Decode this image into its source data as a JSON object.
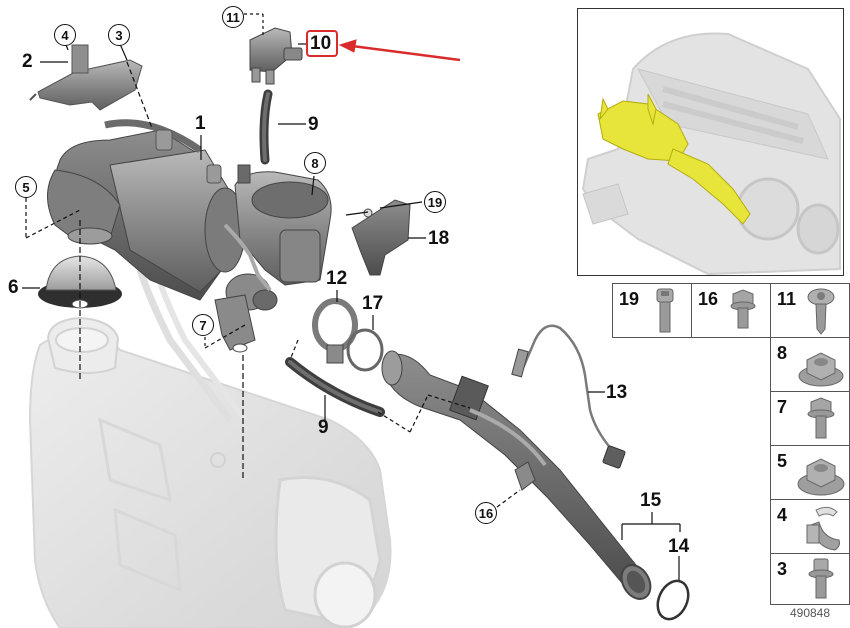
{
  "diagram": {
    "type": "exploded parts diagram",
    "subject": "Exhaust turbocharger / diesel particulate filter assembly with differential pressure sensor",
    "reference_number": "490848",
    "highlighted_part": "10",
    "highlight_color": "#d92b2b",
    "locator_highlight_color": "#e8e53a",
    "callouts": [
      {
        "id": "1",
        "style": "plain",
        "label": "1"
      },
      {
        "id": "2",
        "style": "plain",
        "label": "2"
      },
      {
        "id": "3",
        "style": "circle",
        "label": "3"
      },
      {
        "id": "4",
        "style": "circle",
        "label": "4"
      },
      {
        "id": "5",
        "style": "circle",
        "label": "5"
      },
      {
        "id": "6",
        "style": "plain",
        "label": "6"
      },
      {
        "id": "7",
        "style": "circle",
        "label": "7"
      },
      {
        "id": "8",
        "style": "circle",
        "label": "8"
      },
      {
        "id": "9a",
        "style": "plain",
        "label": "9"
      },
      {
        "id": "9b",
        "style": "plain",
        "label": "9"
      },
      {
        "id": "10",
        "style": "boxed-highlight",
        "label": "10"
      },
      {
        "id": "11",
        "style": "circle",
        "label": "11"
      },
      {
        "id": "12",
        "style": "plain",
        "label": "12"
      },
      {
        "id": "13",
        "style": "plain",
        "label": "13"
      },
      {
        "id": "14",
        "style": "plain",
        "label": "14"
      },
      {
        "id": "15",
        "style": "plain",
        "label": "15"
      },
      {
        "id": "16",
        "style": "circle",
        "label": "16"
      },
      {
        "id": "17",
        "style": "plain",
        "label": "17"
      },
      {
        "id": "18",
        "style": "plain",
        "label": "18"
      },
      {
        "id": "19",
        "style": "circle",
        "label": "19"
      }
    ],
    "hardware_grid": [
      {
        "label": "19",
        "icon": "socket-head-cap-screw-icon"
      },
      {
        "label": "16",
        "icon": "hex-flange-bolt-icon"
      },
      {
        "label": "11",
        "icon": "button-head-screw-icon"
      },
      {
        "label": "8",
        "icon": "hex-flange-nut-icon"
      },
      {
        "label": "7",
        "icon": "hex-flange-bolt-icon"
      },
      {
        "label": "5",
        "icon": "hex-flange-nut-icon"
      },
      {
        "label": "4",
        "icon": "spring-clip-icon"
      },
      {
        "label": "3",
        "icon": "torx-flange-bolt-icon"
      }
    ],
    "inset": {
      "description": "engine locator view with highlighted assembly"
    }
  }
}
